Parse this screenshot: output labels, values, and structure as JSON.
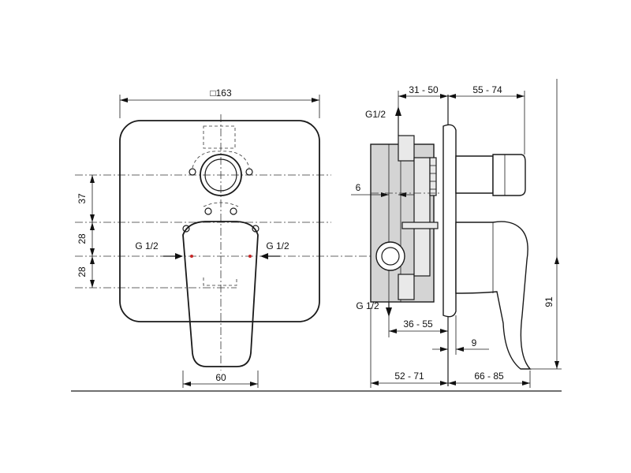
{
  "dimensions": {
    "plate_width": "□163",
    "handle_width": "60",
    "dim_37": "37",
    "dim_28_upper": "28",
    "dim_28_lower": "28",
    "inlet_left": "G 1/2",
    "inlet_right": "G 1/2",
    "depth_31_50": "31 - 50",
    "depth_55_74": "55 - 74",
    "outlet_top": "G1/2",
    "wall_6": "6",
    "outlet_bottom": "G 1/2",
    "depth_36_55": "36 - 55",
    "offset_9": "9",
    "depth_52_71": "52 - 71",
    "depth_66_85": "66 - 85",
    "height_91": "91"
  }
}
